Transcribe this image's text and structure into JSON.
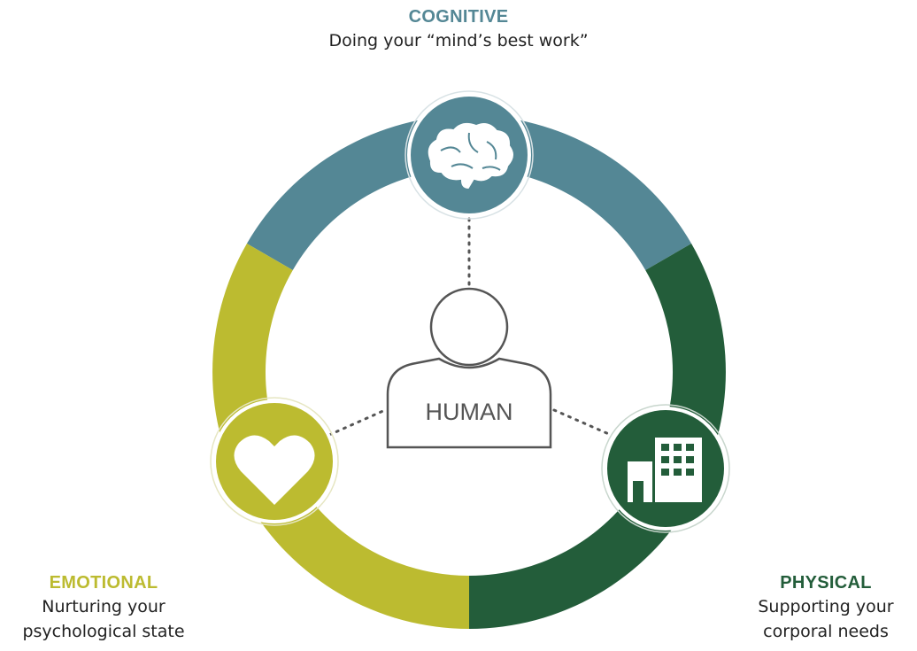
{
  "cognitive": {
    "title": "COGNITIVE",
    "subtitle": "Doing your “mind’s best work”",
    "color": "#548795",
    "icon": "brain-icon"
  },
  "emotional": {
    "title": "EMOTIONAL",
    "subtitle_line1": "Nurturing your",
    "subtitle_line2": "psychological state",
    "color": "#bcbb30",
    "icon": "heart-icon"
  },
  "physical": {
    "title": "PHYSICAL",
    "subtitle_line1": "Supporting your",
    "subtitle_line2": "corporal needs",
    "color": "#235d3a",
    "icon": "building-icon"
  },
  "center": {
    "label": "HUMAN",
    "icon": "person-icon",
    "color": "#555555"
  }
}
